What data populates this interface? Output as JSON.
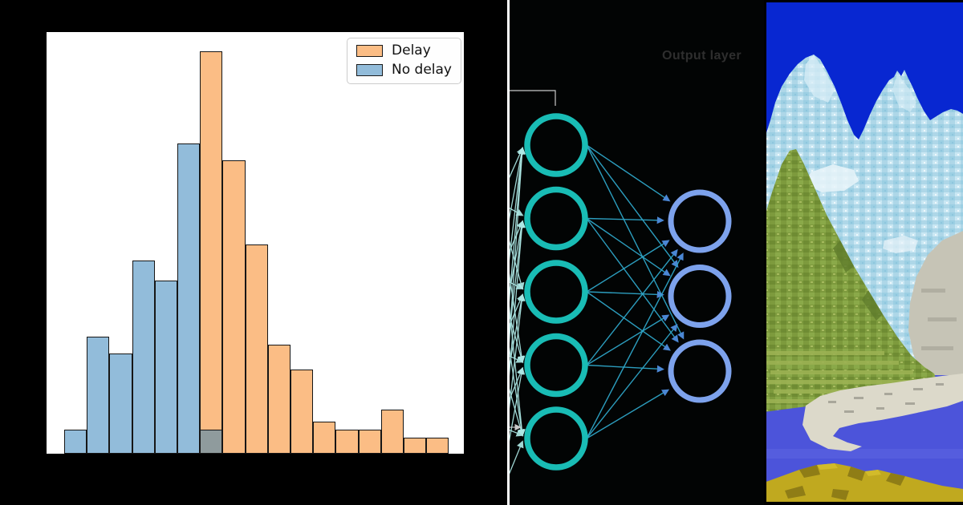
{
  "chart_data": {
    "type": "histogram",
    "bins": 17,
    "axis_labels_visible": false,
    "ylim": [
      0,
      52.5
    ],
    "series": [
      {
        "name": "Delay",
        "color": "#fbbd85",
        "values": [
          0,
          0,
          0,
          0,
          0,
          0,
          50,
          36.5,
          26,
          13.5,
          10.5,
          4,
          3,
          3,
          5.5,
          2,
          2
        ]
      },
      {
        "name": "No delay",
        "color": "#92bcda",
        "values": [
          3,
          14.5,
          12.5,
          24,
          21.5,
          38.5,
          3,
          0,
          0,
          0,
          0,
          0,
          0,
          0,
          0,
          0,
          0
        ]
      }
    ],
    "overlap_bin": 6,
    "overlap_color": "#8f9b9d",
    "legend": {
      "position": "upper right",
      "entries": [
        "Delay",
        "No delay"
      ]
    }
  },
  "histogram": {
    "plot_background": "#ffffff",
    "figure_background": "#000000",
    "bar_edge_color": "#161616"
  },
  "neural_network": {
    "output_layer_label": "Output layer",
    "hidden_nodes": 5,
    "output_nodes": 3,
    "colors": {
      "background": "#020404",
      "hidden_node": "#19bcb5",
      "output_node": "#7da2ec",
      "edge": "#2fa6c8",
      "edge_arrow": "#4f8fe0",
      "input_arrow": "#aee9e6",
      "bracket": "#c9c9c9",
      "label": "#2e2e2e"
    }
  },
  "landscape": {
    "type": "voxel-terrain",
    "colors": {
      "sky": "#0827d1",
      "ice": "#aed7e8",
      "ice_light": "#d8eef7",
      "ice_shadow": "#9ccfe3",
      "cloud": "#e9f4f9",
      "green": "#7d9a3d",
      "green_light": "#9cb253",
      "green_dark": "#5f7c2c",
      "rock": "#c6c4b6",
      "rock_shadow": "#b0aea1",
      "shore": "#dcd9ca",
      "shore_mark": "#a9a79b",
      "water": "#4c54da",
      "water_light": "#5d65e2",
      "sand": "#c0a91f",
      "sand_dark": "#8f7d16",
      "sand_light": "#d2bb2a",
      "sand_far": "#a8921b"
    }
  }
}
